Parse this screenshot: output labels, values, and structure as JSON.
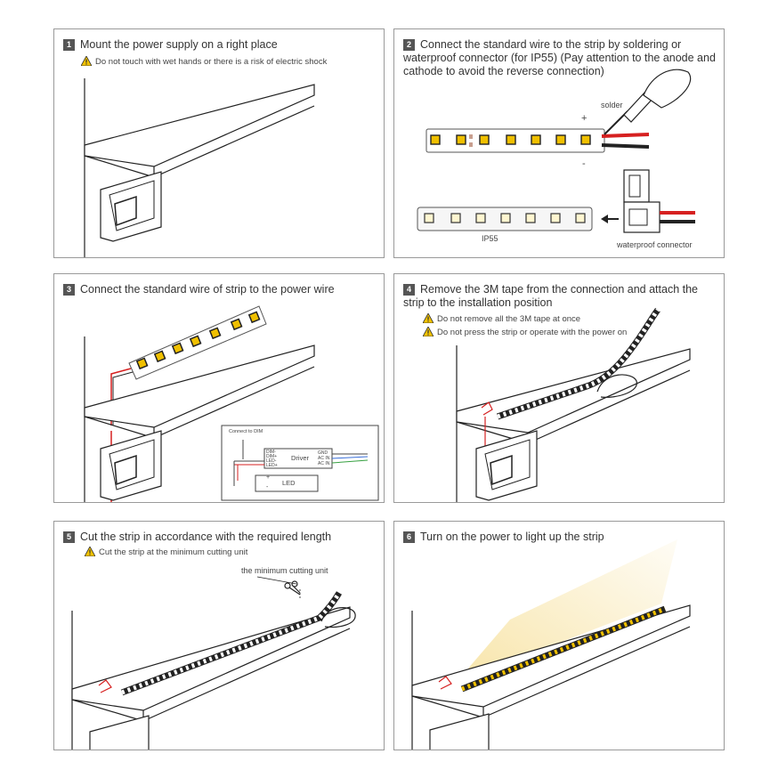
{
  "steps": [
    {
      "num": "1",
      "title": "Mount the power supply on a right place",
      "warnings": [
        "Do not touch with wet hands or there is a risk of electric shock"
      ]
    },
    {
      "num": "2",
      "title": "Connect the standard wire to the strip by soldering or waterproof connector (for IP55) (Pay attention to the anode and cathode to avoid the reverse connection)",
      "warnings": [],
      "labels": {
        "solder": "solder",
        "plus": "+",
        "minus": "-",
        "ip55": "IP55",
        "connector": "waterproof connector"
      }
    },
    {
      "num": "3",
      "title": "Connect the standard wire of strip to the power wire",
      "warnings": [],
      "labels": {
        "connect_dim": "Connect to DIM",
        "driver": "Driver",
        "led": "LED",
        "dim_minus": "DIM-",
        "dim_plus": "DIM+",
        "led_minus": "LED-",
        "led_plus": "LED+",
        "gnd": "GND",
        "ac_in": "AC IN",
        "ac_in2": "AC IN",
        "plus": "+",
        "minus": "-"
      }
    },
    {
      "num": "4",
      "title": "Remove the 3M tape from the connection and attach the strip to the installation position",
      "warnings": [
        "Do not remove all the 3M tape at once",
        "Do not press the strip or operate with the power on"
      ]
    },
    {
      "num": "5",
      "title": "Cut the strip in accordance with the required length",
      "warnings": [
        "Cut the strip at the minimum cutting unit"
      ],
      "labels": {
        "cut_unit": "the minimum cutting unit"
      }
    },
    {
      "num": "6",
      "title": "Turn on the power to light up the strip",
      "warnings": []
    }
  ],
  "colors": {
    "warn": "#f2c200",
    "wire_red": "#d62020",
    "wire_black": "#222222",
    "led": "#f0c000",
    "glow": "#f7e2a0"
  }
}
